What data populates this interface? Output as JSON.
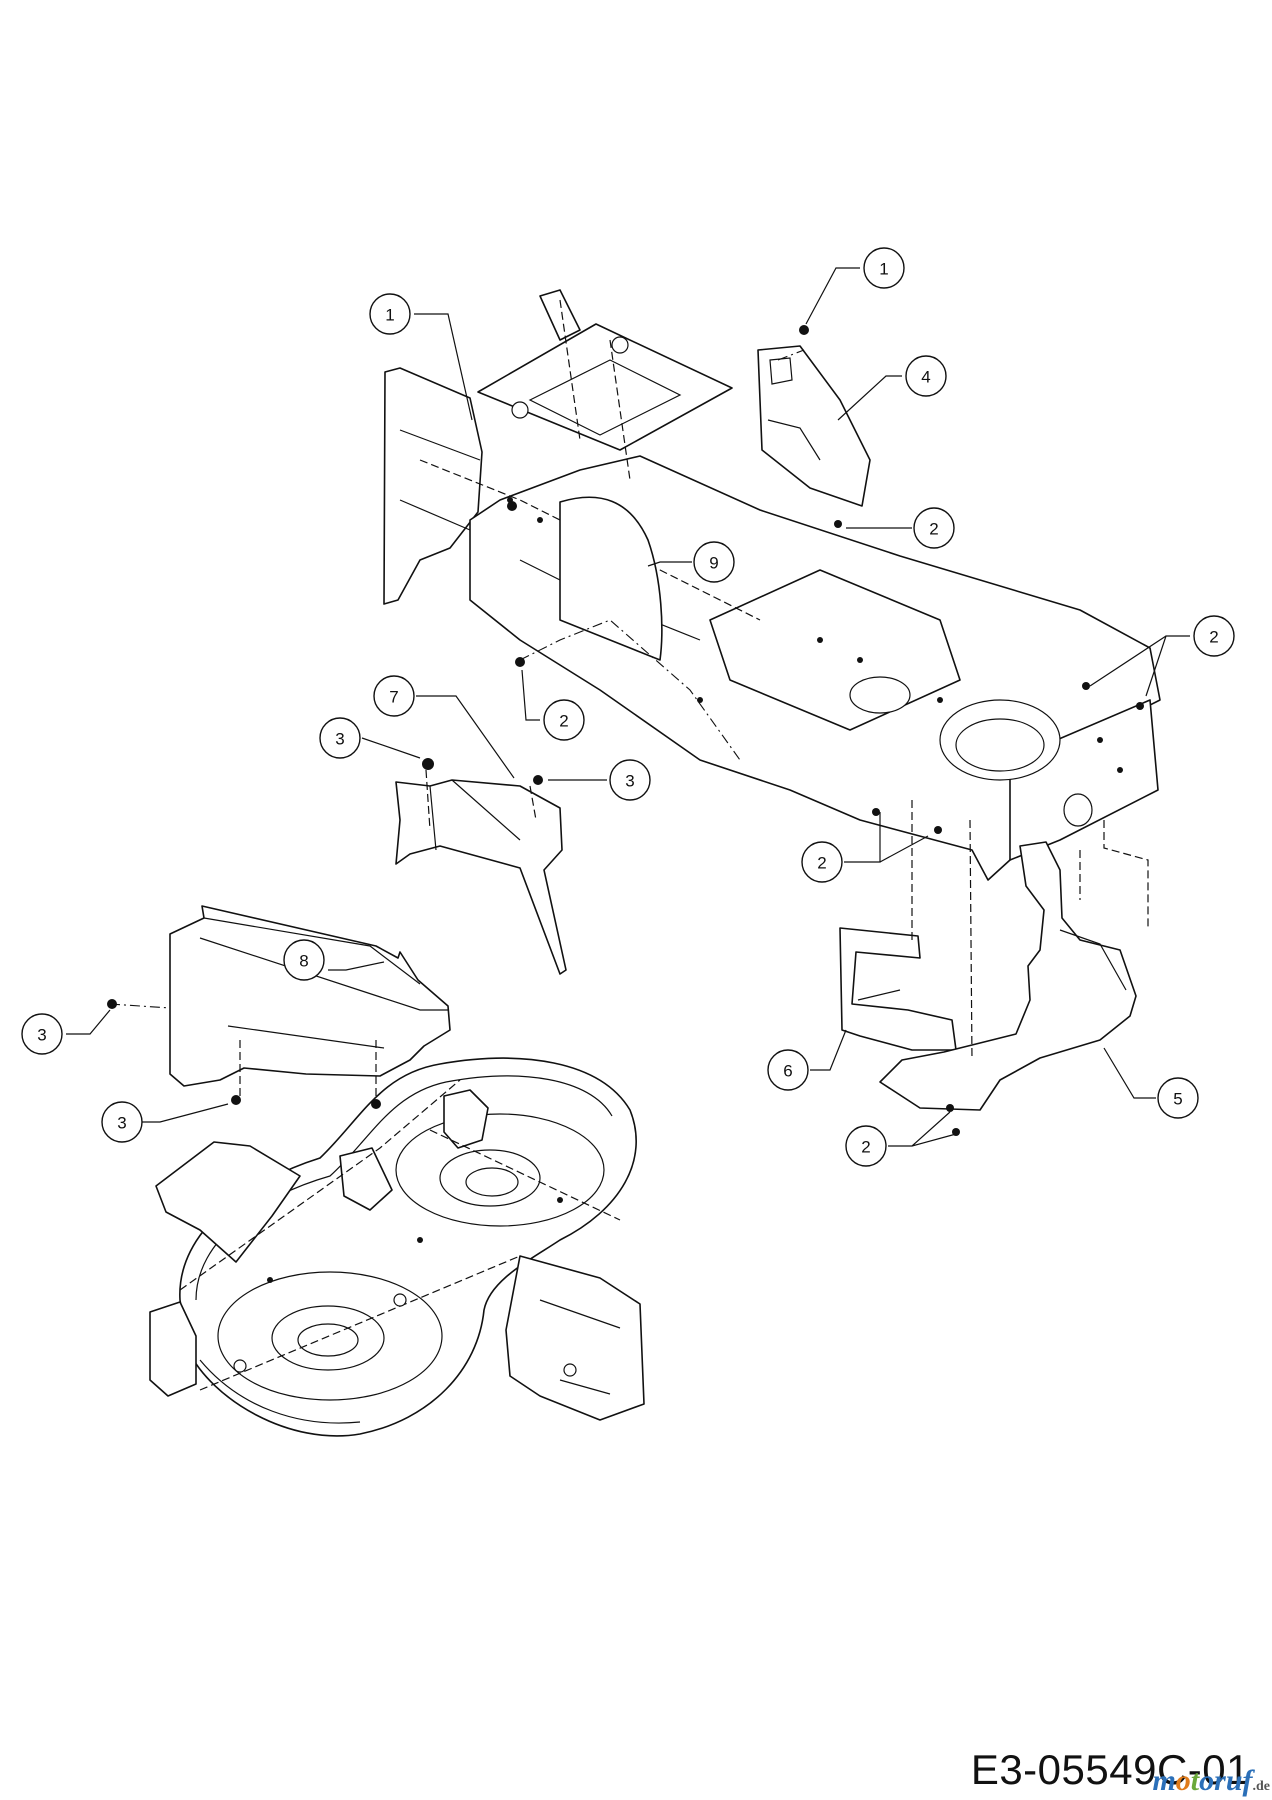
{
  "diagram": {
    "drawing_number": "E3-05549C-01",
    "watermark": {
      "part1": "m",
      "part2": "o",
      "part3": "t",
      "part4": "oruf",
      "suffix": ".de"
    },
    "callouts": [
      {
        "id": "c1a",
        "label": "1"
      },
      {
        "id": "c1b",
        "label": "1"
      },
      {
        "id": "c4",
        "label": "4"
      },
      {
        "id": "c2a",
        "label": "2"
      },
      {
        "id": "c9",
        "label": "9"
      },
      {
        "id": "c2b",
        "label": "2"
      },
      {
        "id": "c2c",
        "label": "2"
      },
      {
        "id": "c7",
        "label": "7"
      },
      {
        "id": "c3a",
        "label": "3"
      },
      {
        "id": "c3b",
        "label": "3"
      },
      {
        "id": "c2d",
        "label": "2"
      },
      {
        "id": "c8",
        "label": "8"
      },
      {
        "id": "c3c",
        "label": "3"
      },
      {
        "id": "c3d",
        "label": "3"
      },
      {
        "id": "c6",
        "label": "6"
      },
      {
        "id": "c5",
        "label": "5"
      },
      {
        "id": "c2e",
        "label": "2"
      }
    ]
  }
}
